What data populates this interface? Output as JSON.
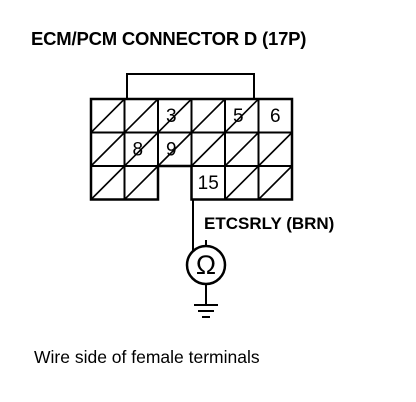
{
  "title": "ECM/PCM CONNECTOR D (17P)",
  "wire_label": "ETCSRLY (BRN)",
  "meter_symbol": "Ω",
  "caption": "Wire side of female terminals",
  "connector": {
    "rows": [
      [
        {
          "pin": "",
          "hatched": true
        },
        {
          "pin": "",
          "hatched": true
        },
        {
          "pin": "3",
          "hatched": true
        },
        {
          "pin": "",
          "hatched": true
        },
        {
          "pin": "5",
          "hatched": true
        },
        {
          "pin": "6",
          "hatched": false
        }
      ],
      [
        {
          "pin": "",
          "hatched": true
        },
        {
          "pin": "8",
          "hatched": true
        },
        {
          "pin": "9",
          "hatched": true
        },
        {
          "pin": "",
          "hatched": true
        },
        {
          "pin": "",
          "hatched": true
        },
        {
          "pin": "",
          "hatched": true
        }
      ],
      [
        {
          "pin": "",
          "hatched": true
        },
        {
          "pin": "",
          "hatched": true
        },
        null,
        {
          "pin": "15",
          "hatched": false
        },
        {
          "pin": "",
          "hatched": true
        },
        {
          "pin": "",
          "hatched": true
        }
      ]
    ],
    "probe_pin": "15"
  },
  "icons": {
    "meter": "ohmmeter-icon",
    "ground": "ground-icon"
  }
}
